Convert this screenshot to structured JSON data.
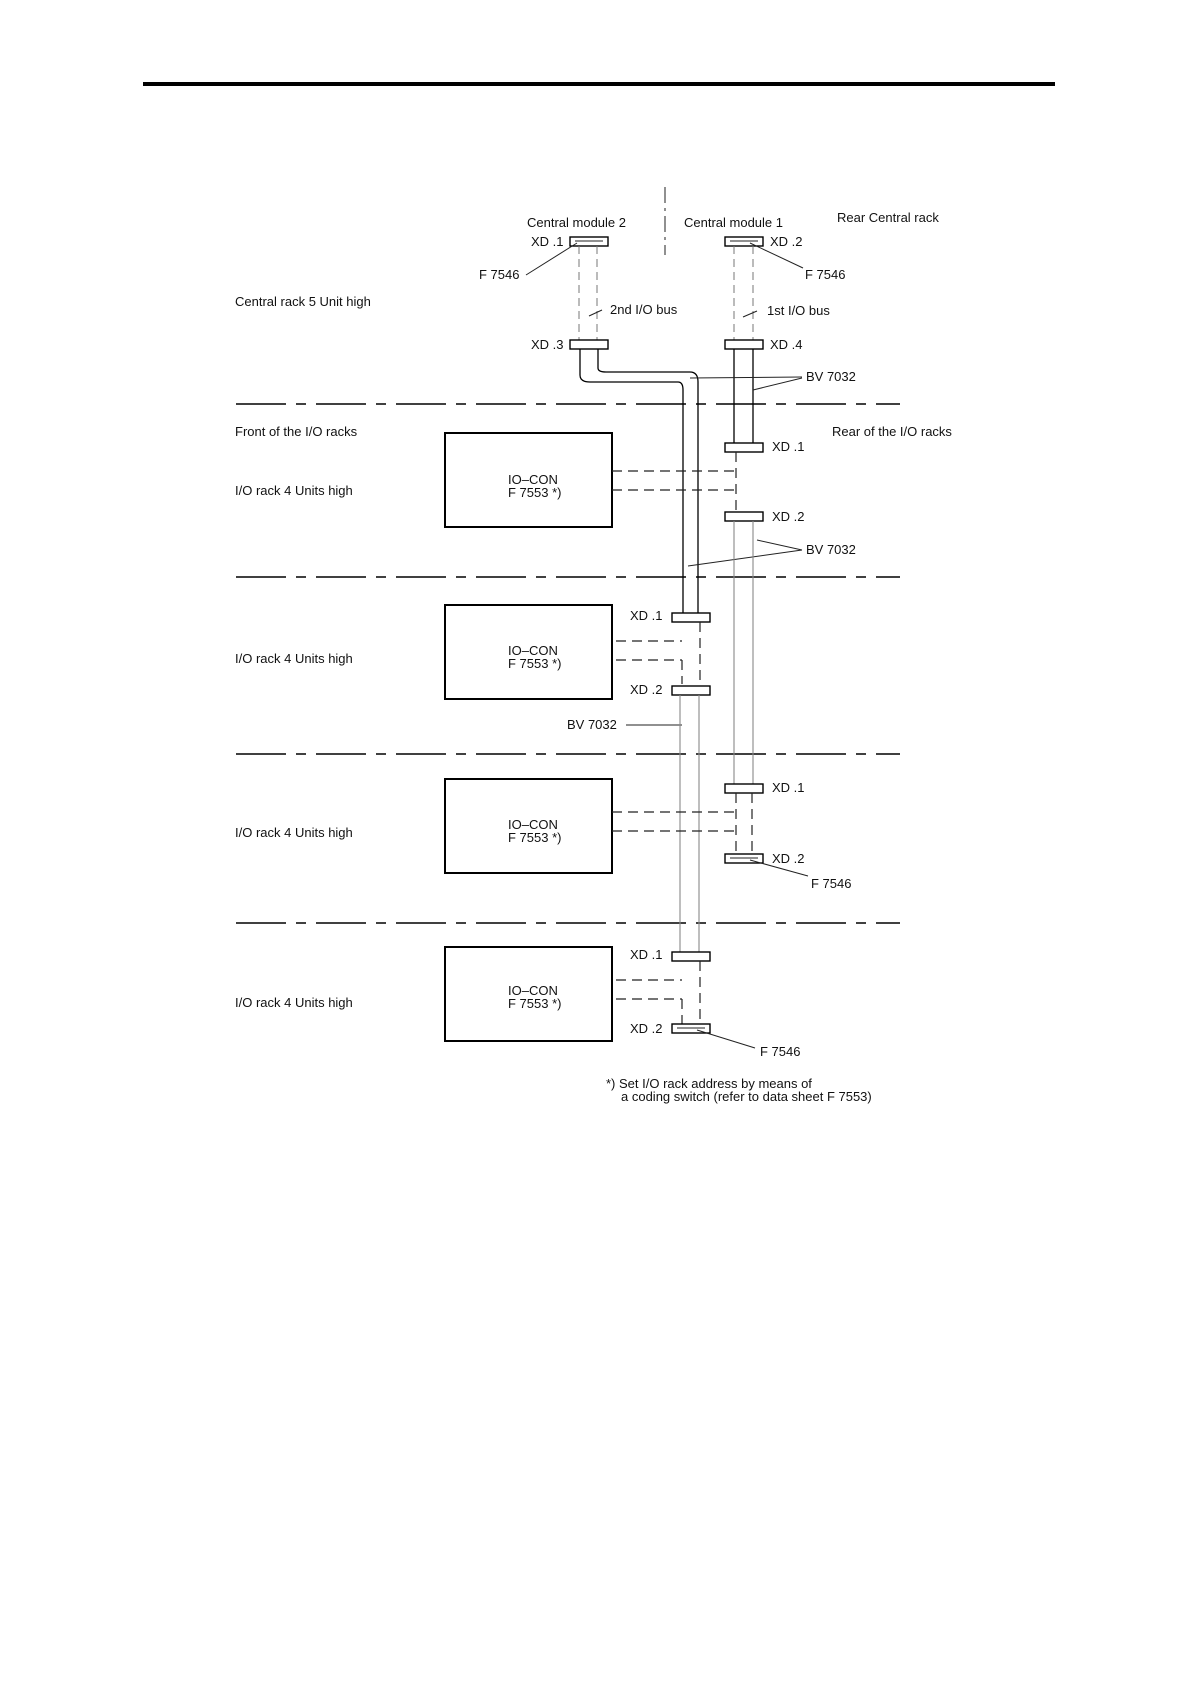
{
  "labels": {
    "central_module_2": "Central module 2",
    "central_module_1": "Central module 1",
    "rear_central_rack": "Rear Central rack",
    "central_rack": "Central rack 5 Unit high",
    "second_bus": "2nd I/O bus",
    "first_bus": "1st I/O bus",
    "front_io": "Front of the I/O racks",
    "rear_io": "Rear of the I/O racks",
    "io_rack": "I/O rack  4 Units high",
    "xd1": "XD .1",
    "xd2": "XD .2",
    "xd3": "XD .3",
    "xd4": "XD .4",
    "f7546": "F 7546",
    "bv7032": "BV 7032",
    "iocon": "IO–CON",
    "f7553": "F 7553  *)",
    "footnote_line1": "*) Set I/O rack address by means of",
    "footnote_line2": "a coding switch (refer to data sheet F 7553)"
  }
}
